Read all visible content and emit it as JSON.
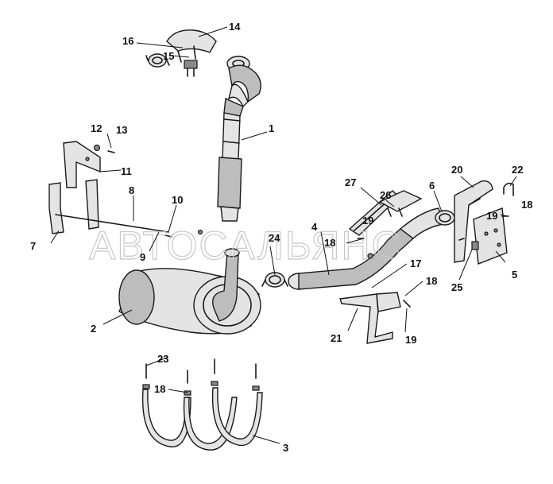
{
  "watermark": "АВТОСАЛЬЯНС",
  "callouts": {
    "c1": "1",
    "c2": "2",
    "c3": "3",
    "c4": "4",
    "c5": "5",
    "c6": "6",
    "c7": "7",
    "c8": "8",
    "c9": "9",
    "c10": "10",
    "c11": "11",
    "c12": "12",
    "c13": "13",
    "c14": "14",
    "c15": "15",
    "c16": "16",
    "c17": "17",
    "c18a": "18",
    "c18b": "18",
    "c18c": "18",
    "c18d": "18",
    "c19a": "19",
    "c19b": "19",
    "c19c": "19",
    "c20": "20",
    "c21": "21",
    "c22": "22",
    "c23": "23",
    "c24": "24",
    "c25": "25",
    "c26": "26",
    "c27": "27"
  }
}
